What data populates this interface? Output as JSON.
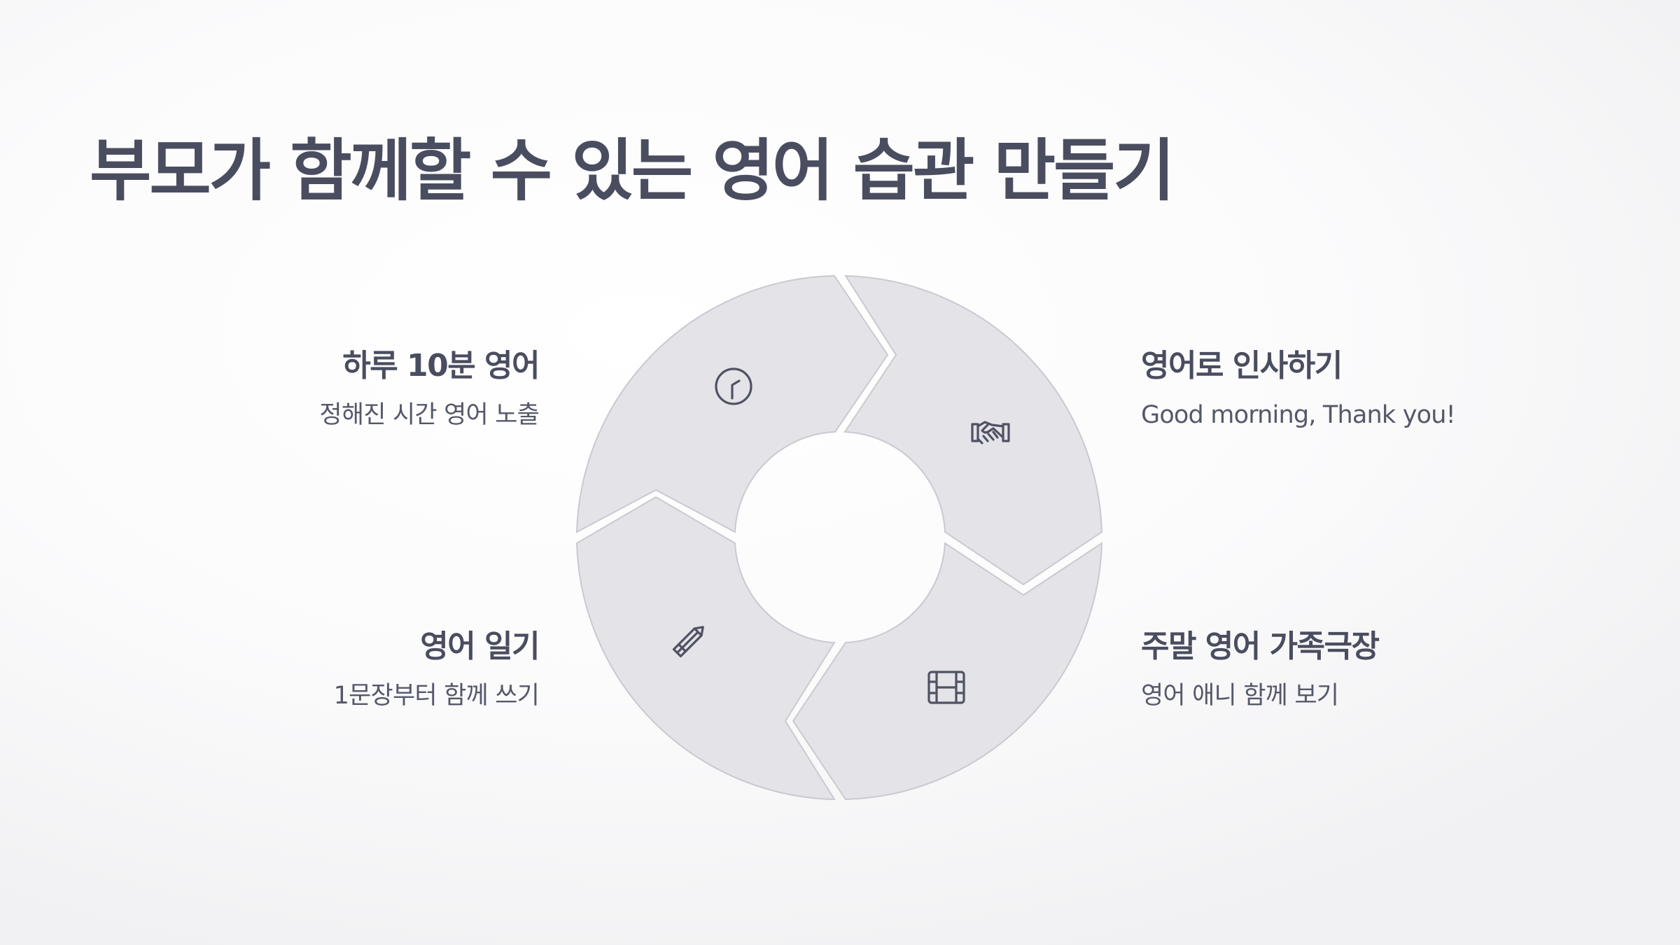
{
  "title": "부모가 함께할 수 있는 영어 습관 만들기",
  "colors": {
    "title": "#4a4d5f",
    "segment_fill": "#e3e3e8",
    "segment_stroke": "#c9cad1",
    "icon": "#4f5263",
    "text": "#55586a"
  },
  "cycle": {
    "type": "four-step-cycle",
    "steps": [
      {
        "title": "하루 10분 영어",
        "description": "정해진 시간 영어 노출",
        "icon": "clock-icon"
      },
      {
        "title": "영어로 인사하기",
        "description": "Good morning, Thank you!",
        "icon": "handshake-icon"
      },
      {
        "title": "주말 영어 가족극장",
        "description": "영어 애니 함께 보기",
        "icon": "film-icon"
      },
      {
        "title": "영어 일기",
        "description": "1문장부터 함께 쓰기",
        "icon": "pencil-icon"
      }
    ]
  }
}
